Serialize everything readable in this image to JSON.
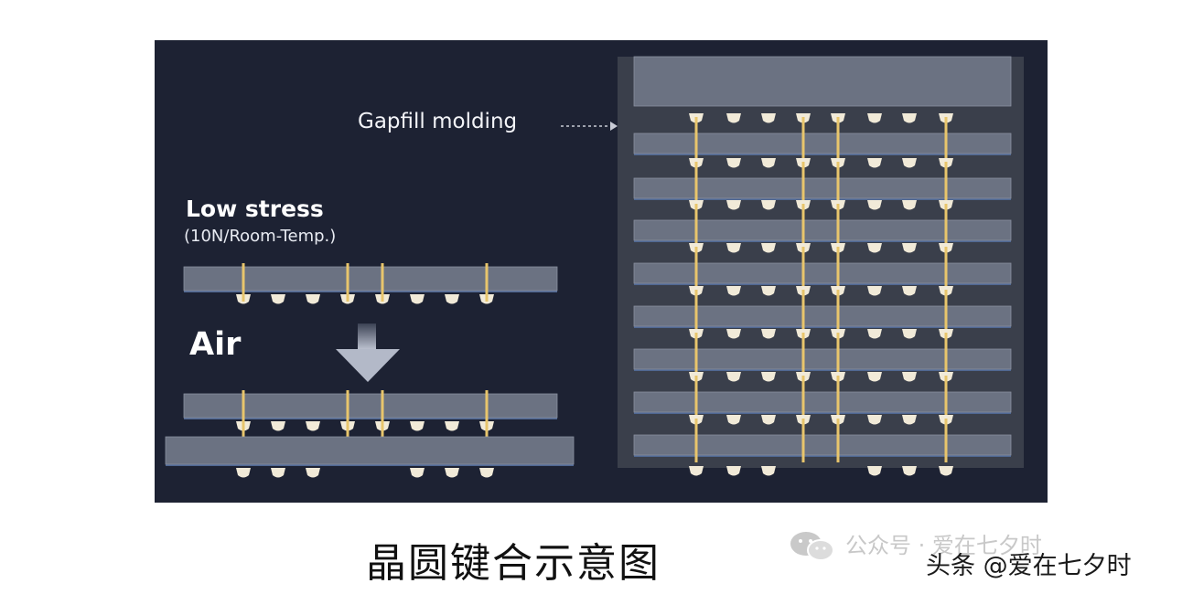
{
  "labels": {
    "low_stress": "Low stress",
    "low_stress_sub": "(10N/Room-Temp.)",
    "air": "Air",
    "gapfill": "Gapfill molding"
  },
  "caption": "晶圆键合示意图",
  "watermark": {
    "line1": "公众号 · 爱在七夕时",
    "line2": "头条 @爱在七夕时"
  },
  "colors": {
    "background": "#1d2233",
    "die": "#6b7282",
    "die_edge": "#4f6792",
    "bump": "#f1ead8",
    "via": "#e8c56c",
    "molding": "#3a3f4b",
    "arrow": "#a9afbf"
  },
  "icons": {
    "arrow": "down-arrow-icon",
    "wechat": "wechat-icon"
  }
}
